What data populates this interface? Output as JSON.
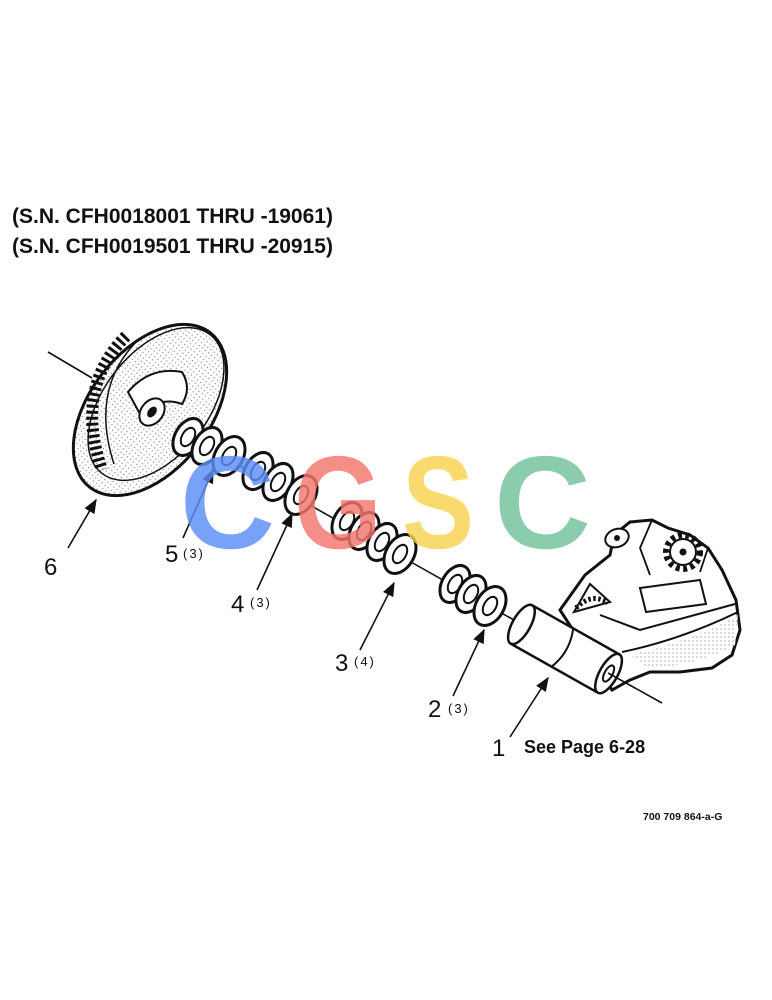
{
  "serial_ranges": [
    "(S.N. CFH0018001 THRU -19061)",
    "(S.N. CFH0019501 THRU -20915)"
  ],
  "callouts": [
    {
      "number": "6"
    },
    {
      "number": "5",
      "qty": "(3)"
    },
    {
      "number": "4",
      "qty": "(3)"
    },
    {
      "number": "3",
      "qty": "(4)"
    },
    {
      "number": "2",
      "qty": "(3)"
    },
    {
      "number": "1",
      "note": "See Page 6-28"
    }
  ],
  "drawing_number": "700 709 864-a-G",
  "watermark": {
    "letters": [
      {
        "char": "C",
        "color": "#5a8ef6"
      },
      {
        "char": "G",
        "color": "#f2766d"
      },
      {
        "char": "S",
        "color": "#f8d24f"
      },
      {
        "char": "C",
        "color": "#72c29c"
      }
    ]
  },
  "colors": {
    "line": "#111111",
    "background": "#ffffff"
  }
}
